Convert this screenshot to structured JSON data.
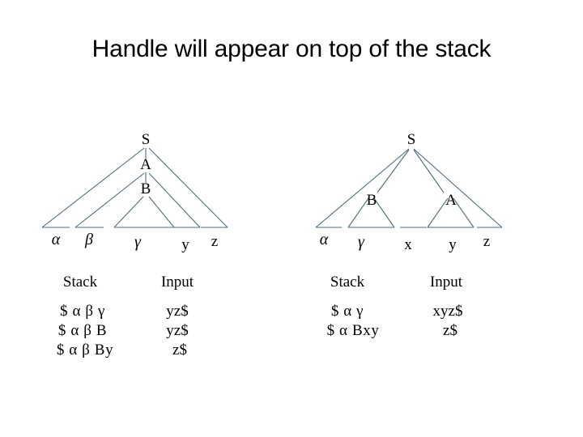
{
  "slide": {
    "title": "Handle will appear on top of the stack",
    "background_color": "#ffffff",
    "text_color": "#000000",
    "line_color": "#4f6d7a"
  },
  "left_diagram": {
    "name": "parse-tree-before-reduction",
    "root": "S",
    "internal_nodes": [
      "S",
      "A",
      "B"
    ],
    "leaves": [
      {
        "label": "α",
        "kind": "greek"
      },
      {
        "label": "β",
        "kind": "greek"
      },
      {
        "label": "γ",
        "kind": "greek"
      },
      {
        "label": "y",
        "kind": "terminal"
      },
      {
        "label": "z",
        "kind": "terminal"
      }
    ],
    "table": {
      "columns": [
        "Stack",
        "Input"
      ],
      "rows": [
        {
          "stack": "$ α  β  γ",
          "input": "yz$"
        },
        {
          "stack": "$ α  β B",
          "input": "yz$"
        },
        {
          "stack": "$ α  β By",
          "input": "z$"
        }
      ]
    }
  },
  "right_diagram": {
    "name": "parse-tree-after-reduction",
    "root": "S",
    "internal_nodes": [
      "S",
      "B",
      "A"
    ],
    "leaves": [
      {
        "label": "α",
        "kind": "greek"
      },
      {
        "label": "γ",
        "kind": "greek"
      },
      {
        "label": "x",
        "kind": "terminal"
      },
      {
        "label": "y",
        "kind": "terminal"
      },
      {
        "label": "z",
        "kind": "terminal"
      }
    ],
    "table": {
      "columns": [
        "Stack",
        "Input"
      ],
      "rows": [
        {
          "stack": "$ α  γ",
          "input": "xyz$"
        },
        {
          "stack": "$ α Bxy",
          "input": "z$"
        }
      ]
    }
  }
}
